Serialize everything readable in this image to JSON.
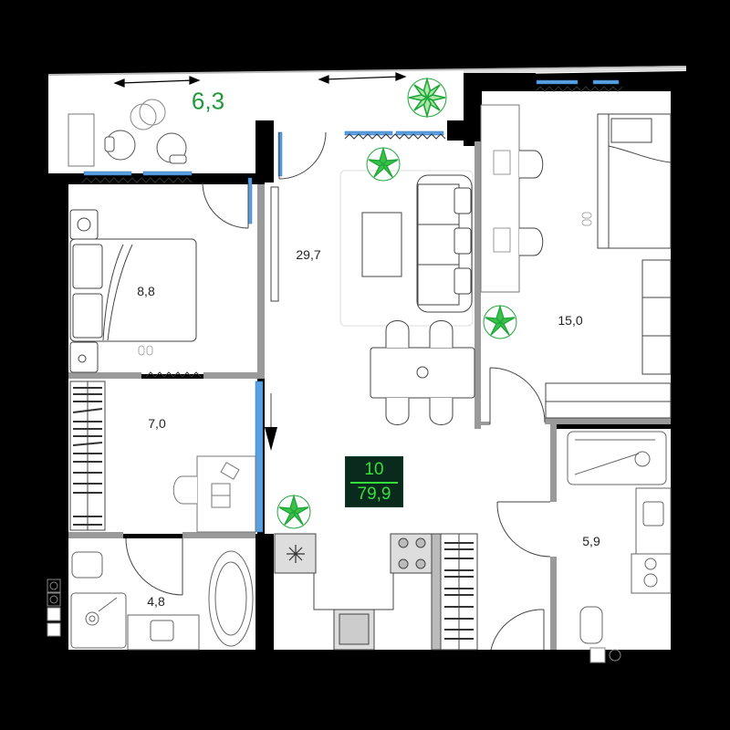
{
  "plan": {
    "apartment_badge": {
      "number": "10",
      "total_area": "79,9",
      "text_color": "#33e03a",
      "background": "#0b2a1e"
    },
    "balcony": {
      "area": "6,3",
      "color": "#1e9a3a"
    },
    "rooms": [
      {
        "id": "bedroom-small",
        "area": "8,8"
      },
      {
        "id": "living-kitchen",
        "area": "29,7"
      },
      {
        "id": "bedroom-large",
        "area": "15,0"
      },
      {
        "id": "wardrobe-study",
        "area": "7,0"
      },
      {
        "id": "bathroom-left",
        "area": "4,8"
      },
      {
        "id": "bathroom-right",
        "area": "5,9"
      }
    ],
    "colors": {
      "wall": "#000000",
      "partition": "#9a9a9a",
      "window": "#5a9fe0",
      "plant": "#1fa83a",
      "floor": "#ffffff",
      "line": "#333333"
    },
    "icons": [
      "plant-icon",
      "snowflake-icon",
      "arrow-icon",
      "entrance-arrow-icon"
    ]
  }
}
